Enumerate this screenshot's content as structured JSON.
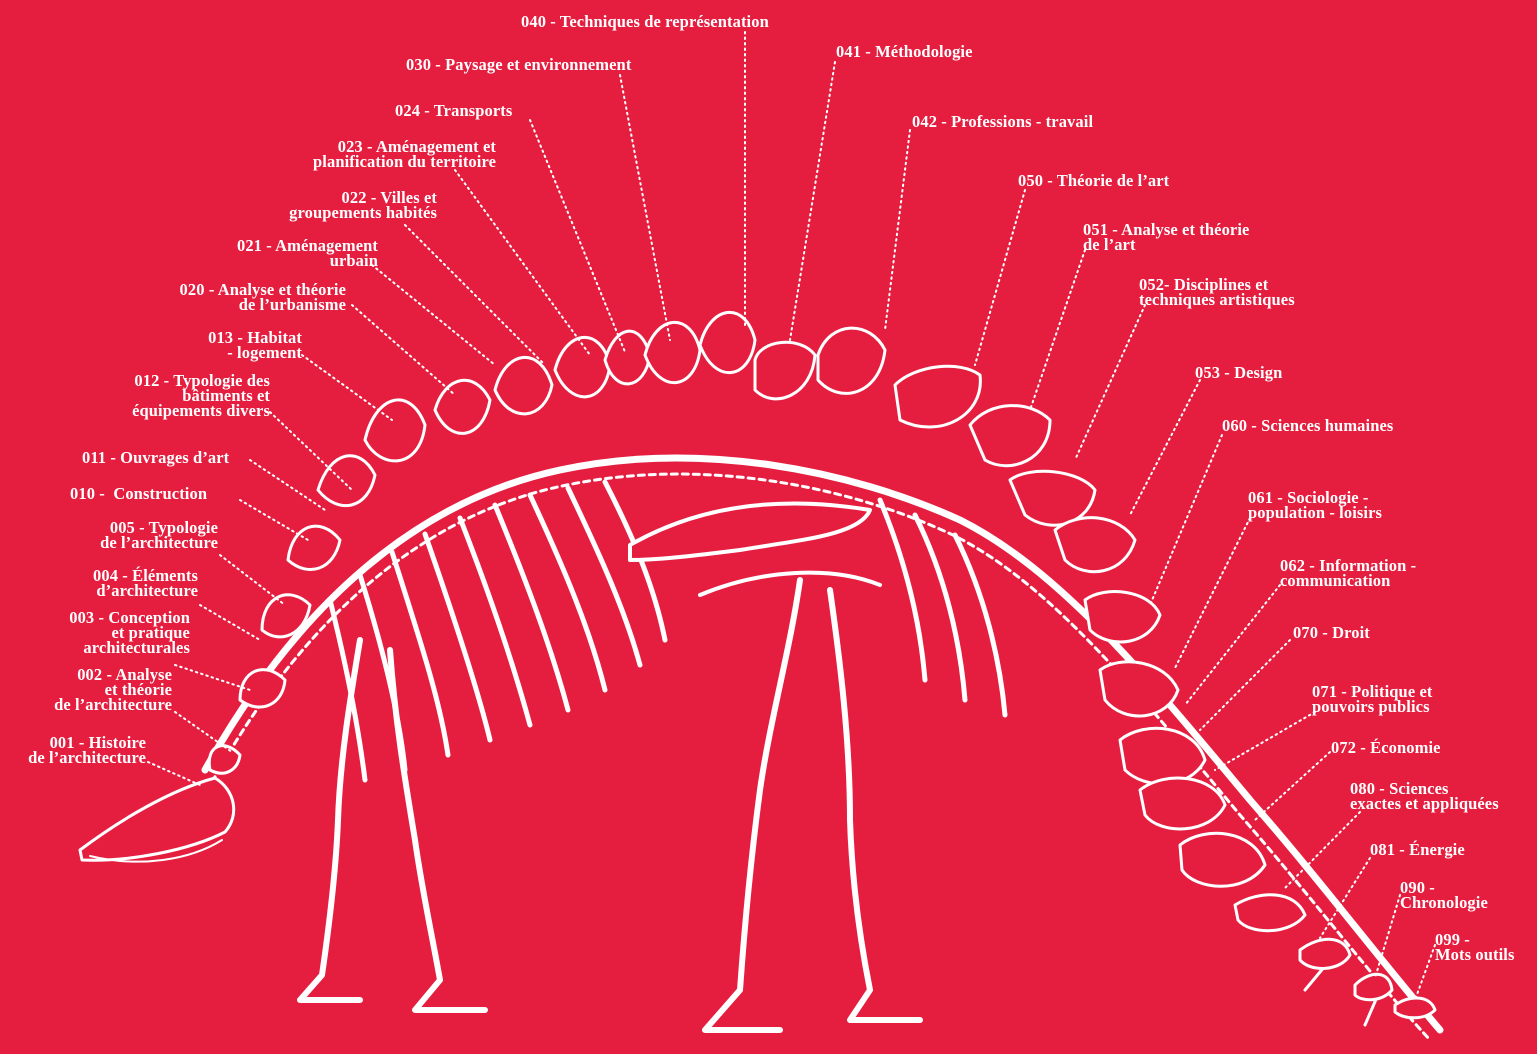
{
  "colors": {
    "background": "#e51e40",
    "ink": "#ffffff"
  },
  "labels": {
    "l001": "001 - Histoire\nde l’architecture",
    "l002": "002 - Analyse\net théorie\nde l’architecture",
    "l003": "003 - Conception\net pratique\narchitecturales",
    "l004": "004 - Éléments\nd’architecture",
    "l005": "005 - Typologie\nde l’architecture",
    "l010": "010 -  Construction",
    "l011": "011 - Ouvrages d’art",
    "l012": "012 - Typologie des\nbâtiments et\néquipements divers",
    "l013": "013 - Habitat\n- logement",
    "l020": "020 - Analyse et théorie\nde l’urbanisme",
    "l021": "021 - Aménagement\nurbain",
    "l022": "022 - Villes et\ngroupements habités",
    "l023": "023 - Aménagement et\nplanification du territoire",
    "l024": "024 - Transports",
    "l030": "030 - Paysage et environnement",
    "l040": "040 - Techniques de représentation",
    "l041": "041 - Méthodologie",
    "l042": "042 - Professions - travail",
    "l050": "050 - Théorie de l’art",
    "l051": "051 - Analyse et théorie\nde l’art",
    "l052": "052- Disciplines et\ntechniques artistiques",
    "l053": "053 - Design",
    "l060": "060 - Sciences humaines",
    "l061": "061 - Sociologie -\npopulation - loisirs",
    "l062": "062 - Information -\ncommunication",
    "l070": "070 - Droit",
    "l071": "071 - Politique et\npouvoirs publics",
    "l072": "072 - Économie",
    "l080": "080 - Sciences\nexactes et appliquées",
    "l081": "081 - Énergie",
    "l090": "090 -\nChronologie",
    "l099": "099 -\nMots outils"
  }
}
